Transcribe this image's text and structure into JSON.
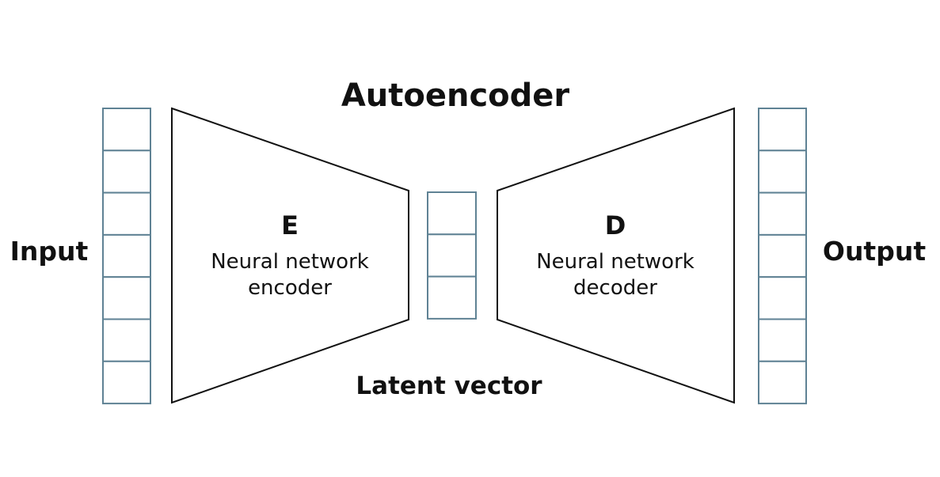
{
  "title": "Autoencoder",
  "input_label": "Input",
  "output_label": "Output",
  "latent_label": "Latent vector",
  "encoder": {
    "letter": "E",
    "line1": "Neural network",
    "line2": "encoder"
  },
  "decoder": {
    "letter": "D",
    "line1": "Neural network",
    "line2": "decoder"
  },
  "input_cells": 7,
  "latent_cells": 3,
  "output_cells": 7,
  "colors": {
    "cell_stroke": "#5f8294",
    "shape_stroke": "#111111",
    "text": "#111111"
  }
}
